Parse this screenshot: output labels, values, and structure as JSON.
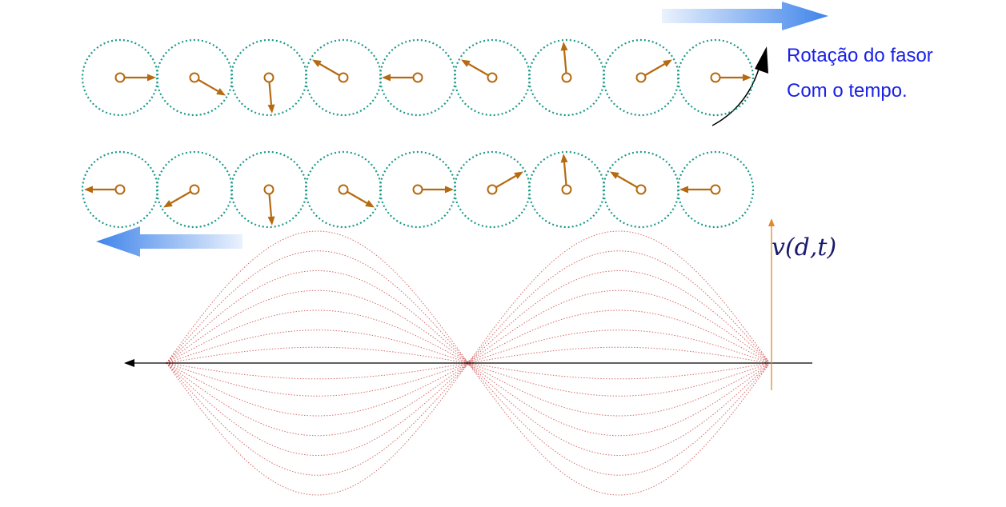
{
  "caption": {
    "line1": "Rotação do fasor",
    "line2": "Com o tempo."
  },
  "axis_label": "v(d,t)",
  "colors": {
    "circle": "#1a9a8a",
    "phasor": "#b56a10",
    "caption": "#1a22e6",
    "wave": "#c83a3a",
    "axis": "#000000",
    "vertical_axis": "#e08a2a",
    "flow_arrow": "#3a7fe8"
  },
  "phasor_rows": {
    "top_angles_deg": [
      0,
      -30,
      -85,
      150,
      180,
      150,
      95,
      30,
      0
    ],
    "bottom_angles_deg": [
      180,
      210,
      275,
      -30,
      0,
      30,
      95,
      150,
      180
    ]
  },
  "standing_wave": {
    "envelope_levels": [
      1,
      0.85,
      0.7,
      0.55,
      0.4,
      0.25,
      0.12
    ]
  }
}
